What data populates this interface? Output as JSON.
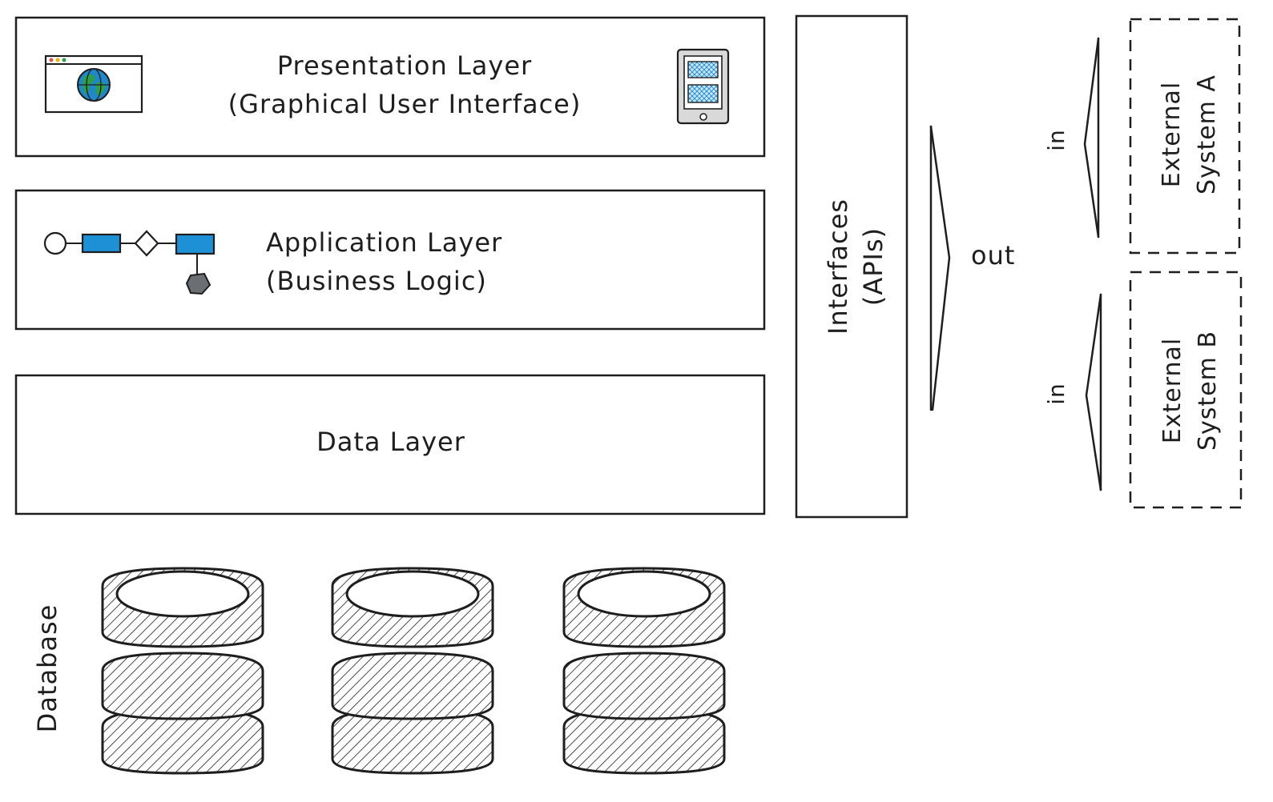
{
  "layers": {
    "presentation": {
      "line1": "Presentation Layer",
      "line2": "(Graphical User Interface)"
    },
    "application": {
      "line1": "Application Layer",
      "line2": "(Business Logic)"
    },
    "data": {
      "line1": "Data Layer"
    }
  },
  "interfaces": {
    "line1": "Interfaces",
    "line2": "(APIs)"
  },
  "flows": {
    "out_label": "out",
    "in_label_a": "in",
    "in_label_b": "in"
  },
  "external_systems": {
    "a": {
      "line1": "External",
      "line2": "System A"
    },
    "b": {
      "line1": "External",
      "line2": "System B"
    }
  },
  "database": {
    "label": "Database",
    "count": 3
  },
  "colors": {
    "ink": "#1e1e1e",
    "process_blue": "#1e90d6",
    "globe_blue": "#1e88c8",
    "globe_green": "#2e9e4a",
    "tablet_screen": "#c8e6fa",
    "end_event_gray": "#6b6f73",
    "db_fill": "#cfcfcf"
  },
  "icons": {
    "browser": "browser-globe-icon",
    "tablet": "tablet-icon",
    "process": "process-flow-icon",
    "database": "database-cylinder-icon"
  }
}
